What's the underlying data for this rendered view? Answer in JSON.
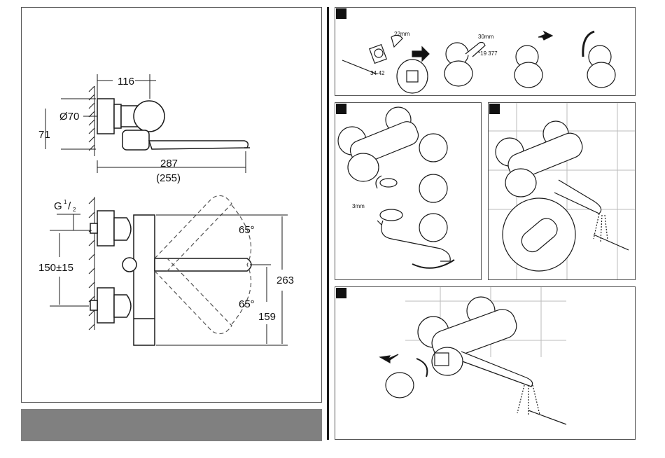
{
  "steps": [
    {
      "number": ""
    },
    {
      "number": ""
    },
    {
      "number": ""
    },
    {
      "number": ""
    }
  ],
  "top_view": {
    "width_116": "116",
    "diameter": "Ø70",
    "height_71": "71",
    "length_287": "287",
    "length_255": "(255)"
  },
  "front_view": {
    "thread": "G",
    "thread_num": "1",
    "thread_den": "2",
    "spacing": "150±15",
    "angle_top": "65°",
    "angle_bottom": "65°",
    "height_263": "263",
    "height_159": "159"
  },
  "step1": {
    "wrench_22": "22mm",
    "wrench_30": "30mm",
    "range": "34-42",
    "part_no": "*19 377"
  },
  "step2": {
    "allen": "3mm"
  },
  "colors": {
    "line": "#1a1a1a",
    "dashed": "#555555",
    "band": "#808080"
  }
}
